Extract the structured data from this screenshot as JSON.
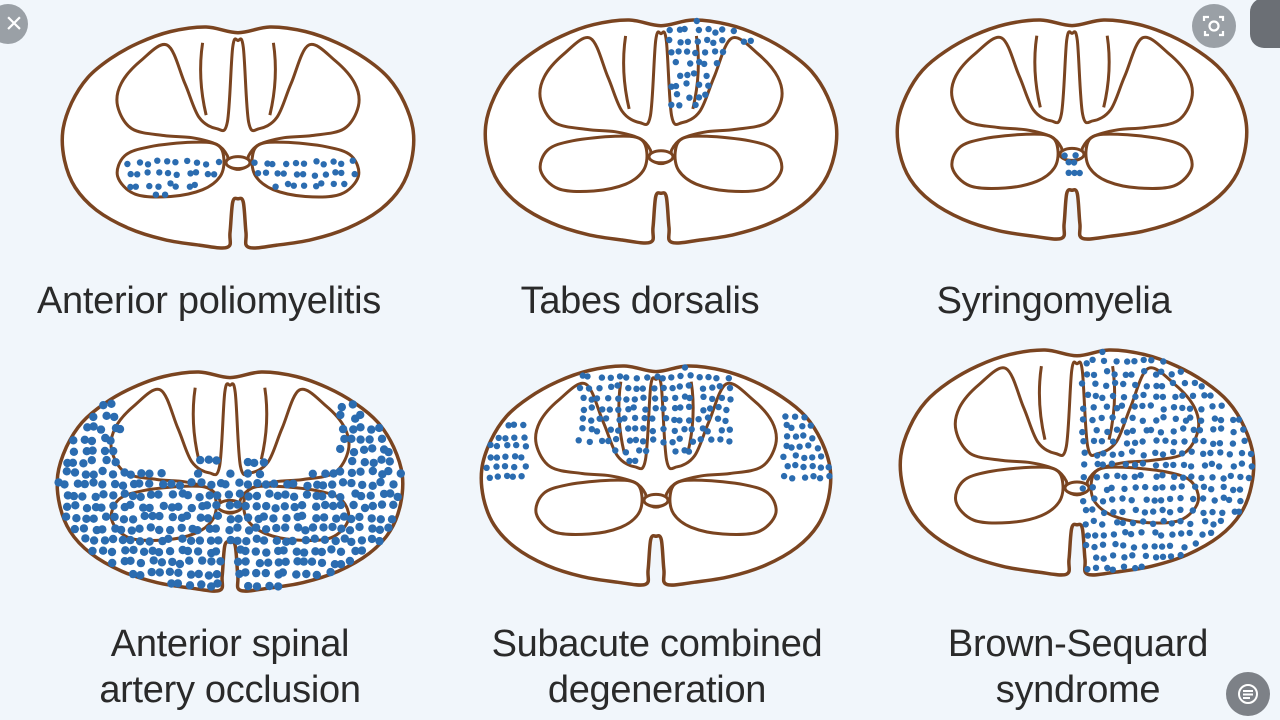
{
  "diagram": {
    "colors": {
      "outline": "#7a4420",
      "dots": "#2b6cb0",
      "fill": "#ffffff",
      "background": "#f1f6fb"
    },
    "panels": [
      {
        "id": "anterior-poliomyelitis",
        "caption_lines": [
          "Anterior poliomyelitis"
        ],
        "lesion": "anterior horns"
      },
      {
        "id": "tabes-dorsalis",
        "caption_lines": [
          "Tabes dorsalis"
        ],
        "lesion": "dorsal columns"
      },
      {
        "id": "syringomyelia",
        "caption_lines": [
          "Syringomyelia"
        ],
        "lesion": "central canal"
      },
      {
        "id": "anterior-spinal-artery-occlusion",
        "caption_lines": [
          "Anterior spinal",
          "artery occlusion"
        ],
        "lesion": "anterior two-thirds"
      },
      {
        "id": "subacute-combined-degeneration",
        "caption_lines": [
          "Subacute combined",
          "degeneration"
        ],
        "lesion": "dorsal and lateral columns"
      },
      {
        "id": "brown-sequard-syndrome",
        "caption_lines": [
          "Brown-Sequard",
          "syndrome"
        ],
        "lesion": "hemisection"
      }
    ]
  },
  "controls": {
    "close_glyph": "×",
    "icons": [
      "close-icon",
      "lens-icon",
      "menu-icon"
    ]
  }
}
